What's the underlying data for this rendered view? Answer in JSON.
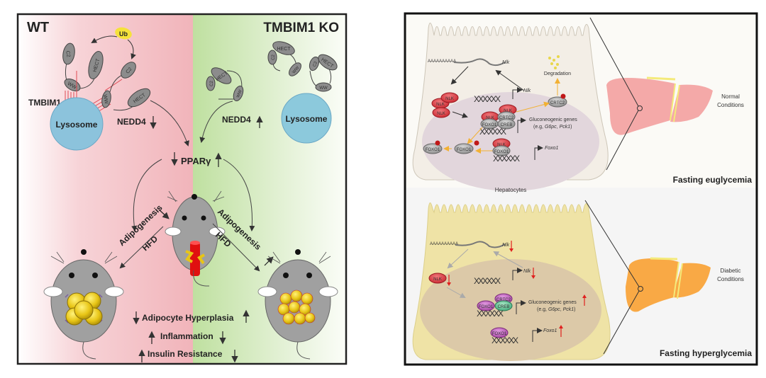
{
  "left_panel": {
    "wt_title": "WT",
    "ko_title": "TMBIM1 KO",
    "ub_label": "Ub",
    "tmbim1_label": "TMBIM1",
    "lysosome_label": "Lysosome",
    "nedd4_label": "NEDD4",
    "pparg_label": "PPARγ",
    "domain_labels": {
      "c2": "C2",
      "hect": "HECT",
      "ww": "WW"
    },
    "adipogenesis_label": "Adipogenesis",
    "hfd_label": "HFD",
    "outcomes": [
      {
        "label": "Adipocyte Hyperplasia",
        "wt": "down",
        "ko": "up"
      },
      {
        "label": "Inflammation",
        "wt": "up",
        "ko": "down"
      },
      {
        "label": "Insulin Resistance",
        "wt": "up",
        "ko": "down"
      }
    ],
    "colors": {
      "wt_bg": "#f2b8be",
      "ko_bg": "#c6e3a8",
      "lysosome": "#8cc3dc",
      "ub": "#f5e23a",
      "protein": "#8c8c8c"
    }
  },
  "right_panel": {
    "top": {
      "mrna_label": "Nlk",
      "gene_label": "Nlk",
      "degradation_label": "Degradation",
      "nlk": "NLK",
      "crtc2": "CRTC2",
      "foxo1": "FOXO1",
      "creb": "CREB",
      "gluco_label": "Gluconeogenic genes",
      "gluco_examples_prefix": "(e.g, ",
      "gluco_gene1": "G6pc",
      "gluco_sep": ", ",
      "gluco_gene2": "Pck1",
      "gluco_examples_suffix": ")",
      "foxo1_gene": "Foxo1",
      "condition": "Normal Conditions",
      "condition_line1": "Normal",
      "condition_line2": "Conditions",
      "state_title": "Fasting euglycemia"
    },
    "cell_type_label": "Hepatocytes",
    "bottom": {
      "mrna_label": "Nlk",
      "gene_label": "Nlk",
      "nlk": "NLK",
      "crtc2": "CRTC2",
      "foxo1": "FOXO1",
      "creb": "CREB",
      "gluco_label": "Gluconeogenic genes",
      "gluco_examples_prefix": "(e.g, ",
      "gluco_gene1": "G6pc",
      "gluco_sep": ", ",
      "gluco_gene2": "Pck1",
      "gluco_examples_suffix": ")",
      "foxo1_gene": "Foxo1",
      "condition_line1": "Diabetic",
      "condition_line2": "Conditions",
      "state_title": "Fasting hyperglycemia"
    },
    "colors": {
      "normal_liver": "#f4a9a8",
      "diabetic_liver": "#f9a945",
      "cell_normal": "#f3eee6",
      "cell_diabetic": "#efe3a6",
      "nucleus_normal": "#e2d6dc",
      "nucleus_diabetic": "#dcc9a8",
      "nlk_red": "#d9363e",
      "foxo1_purple": "#b45bb4",
      "creb_green": "#5cbf8f",
      "up_arrow_red": "#e0201e"
    }
  }
}
